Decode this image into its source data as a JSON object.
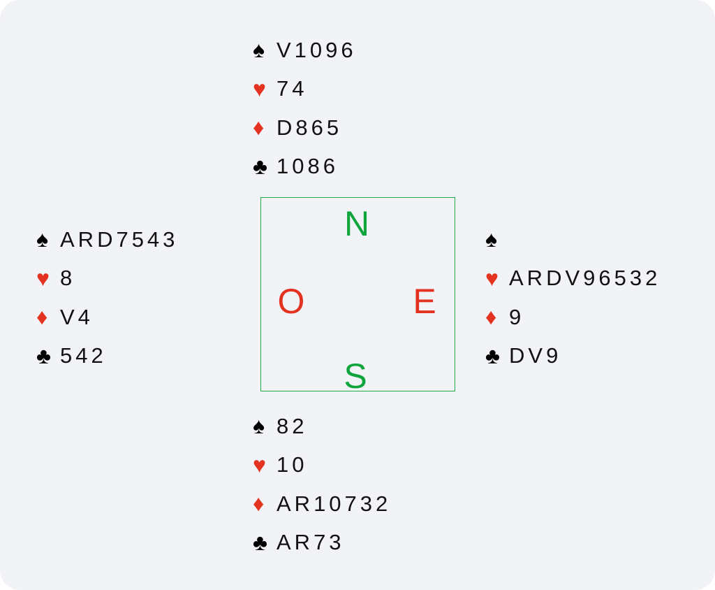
{
  "colors": {
    "red": "#e3321f",
    "green": "#10a43d",
    "black": "#000000"
  },
  "suits": {
    "spade": "♠",
    "heart": "♥",
    "diamond": "♦",
    "club": "♣"
  },
  "compass": {
    "north": "N",
    "south": "S",
    "west": "O",
    "east": "E"
  },
  "hands": {
    "north": {
      "spades": "V1096",
      "hearts": "74",
      "diamonds": "D865",
      "clubs": "1086"
    },
    "west": {
      "spades": "ARD7543",
      "hearts": "8",
      "diamonds": "V4",
      "clubs": "542"
    },
    "east": {
      "spades": "",
      "hearts": "ARDV96532",
      "diamonds": "9",
      "clubs": "DV9"
    },
    "south": {
      "spades": "82",
      "hearts": "10",
      "diamonds": "AR10732",
      "clubs": "AR73"
    }
  }
}
